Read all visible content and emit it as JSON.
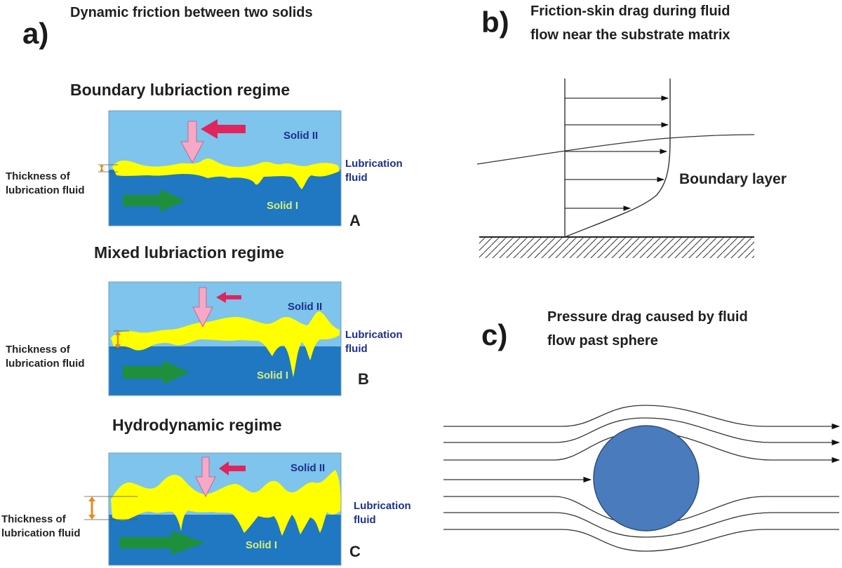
{
  "panel_a": {
    "label": "a)",
    "title": "Dynamic friction between two solids",
    "regimes": [
      {
        "heading": "Boundary lubriaction regime",
        "solid_top": "Solid II",
        "solid_bottom": "Solid I",
        "fluid_label_1": "Lubrication",
        "fluid_label_2": "fluid",
        "thickness_label_1": "Thickness of",
        "thickness_label_2": "lubrication fluid",
        "letter": "A"
      },
      {
        "heading": "Mixed lubriaction regime",
        "solid_top": "Solid II",
        "solid_bottom": "Solid I",
        "fluid_label_1": "Lubrication",
        "fluid_label_2": "fluid",
        "thickness_label_1": "Thickness of",
        "thickness_label_2": "lubrication fluid",
        "letter": "B"
      },
      {
        "heading": "Hydrodynamic regime",
        "solid_top": "Solid II",
        "solid_bottom": "Solid I",
        "fluid_label_1": "Lubrication",
        "fluid_label_2": "fluid",
        "thickness_label_1": "Thickness of",
        "thickness_label_2": "lubrication fluid",
        "letter": "C"
      }
    ]
  },
  "panel_b": {
    "label": "b)",
    "title_line1": "Friction-skin drag during fluid",
    "title_line2": "flow near the substrate matrix",
    "boundary_layer_label": "Boundary layer"
  },
  "panel_c": {
    "label": "c)",
    "title_line1": "Pressure drag caused by fluid",
    "title_line2": "flow past sphere"
  },
  "colors": {
    "solid_top": "#7ec4ec",
    "solid_bottom": "#1f78c1",
    "fluid": "#ffff00",
    "normal_arrow": "#f7a8c6",
    "tangent_arrow": "#e0245e",
    "motion_arrow": "#1f8f3c",
    "thickness_arrow": "#e58a1e",
    "sphere": "#4a7bbd",
    "sphere_edge": "#2e4f7c"
  }
}
